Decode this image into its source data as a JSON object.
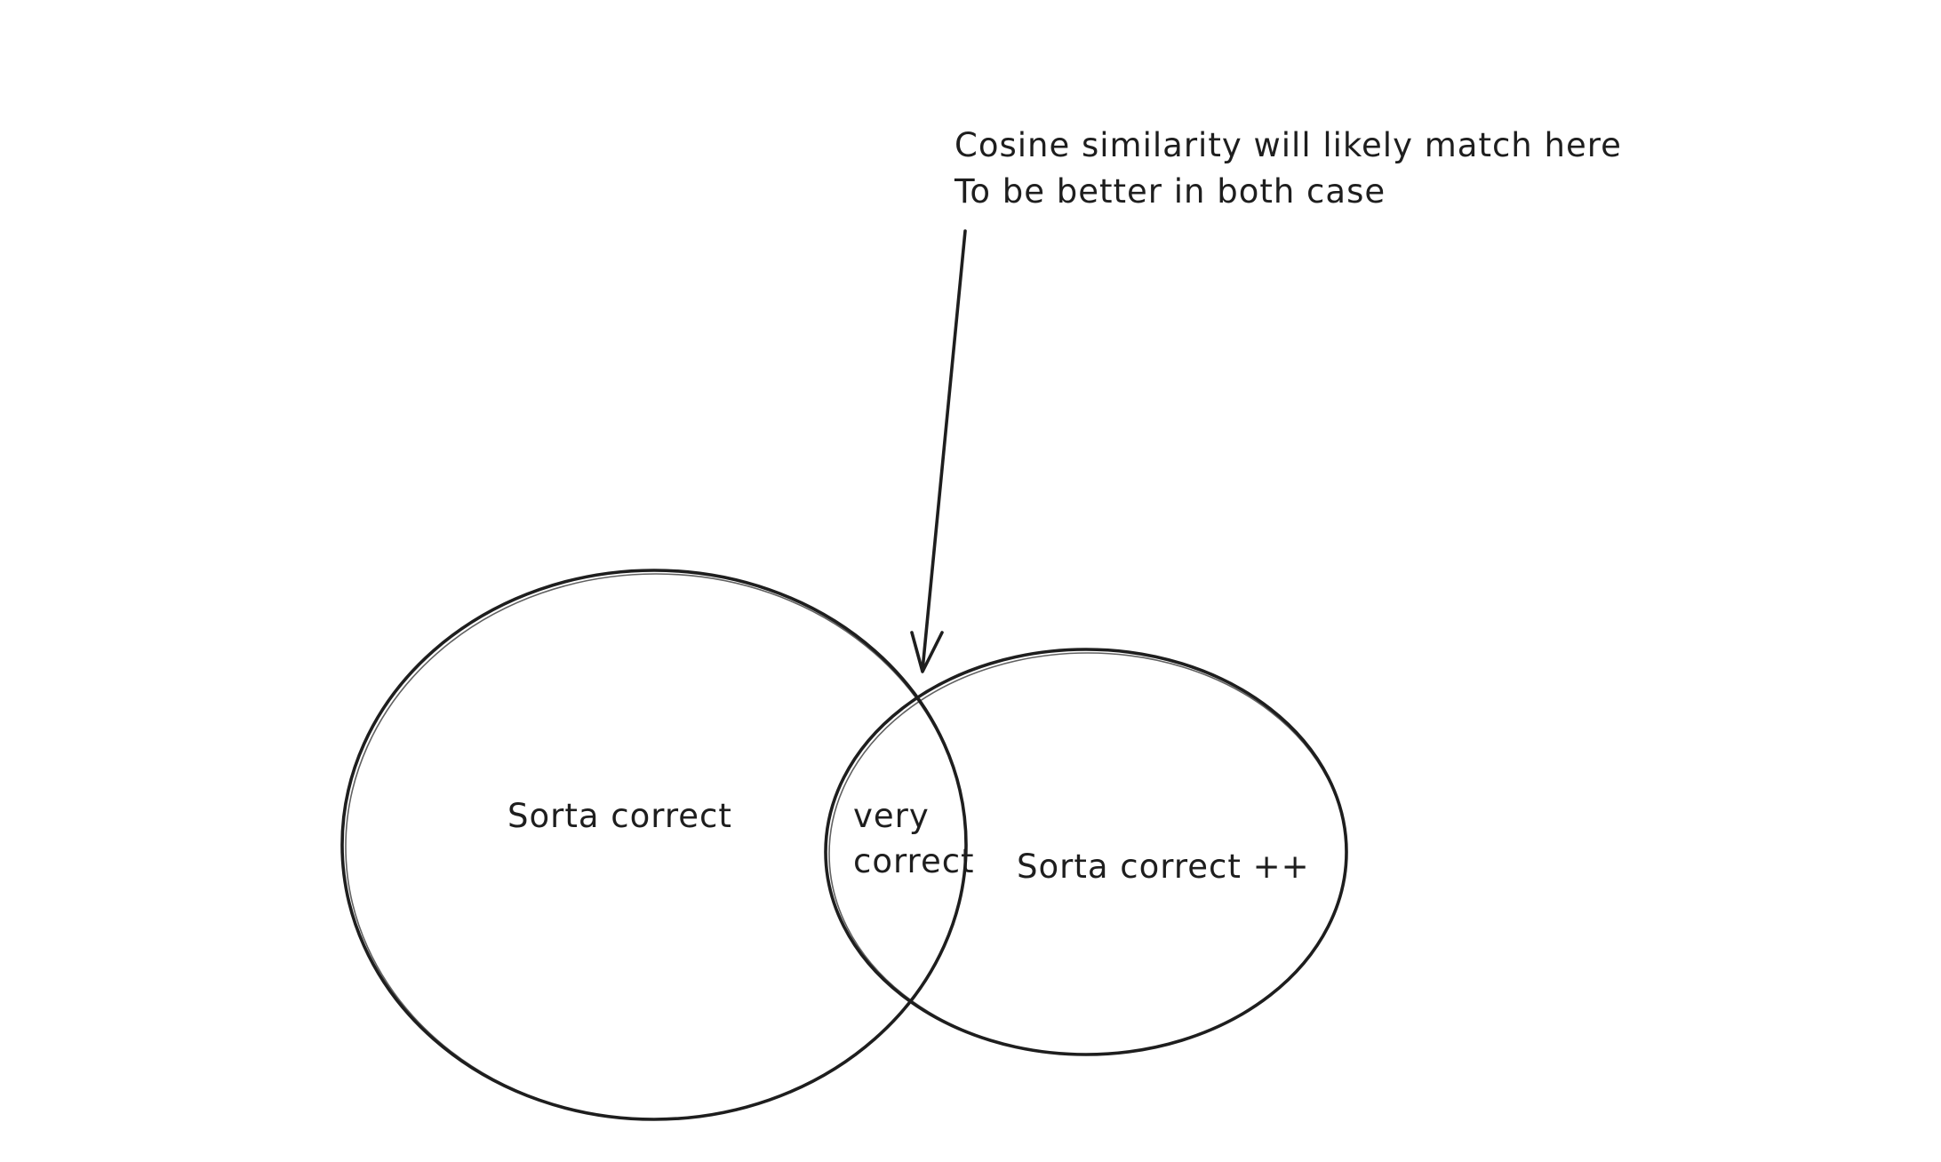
{
  "annotation": {
    "line1": "Cosine similarity will likely match here",
    "line2": "To be better in both case"
  },
  "venn": {
    "left_label": "Sorta correct",
    "overlap_label_line1": "very",
    "overlap_label_line2": "correct",
    "right_label": "Sorta correct ++"
  },
  "colors": {
    "stroke": "#1e1e1e",
    "background": "#ffffff"
  }
}
